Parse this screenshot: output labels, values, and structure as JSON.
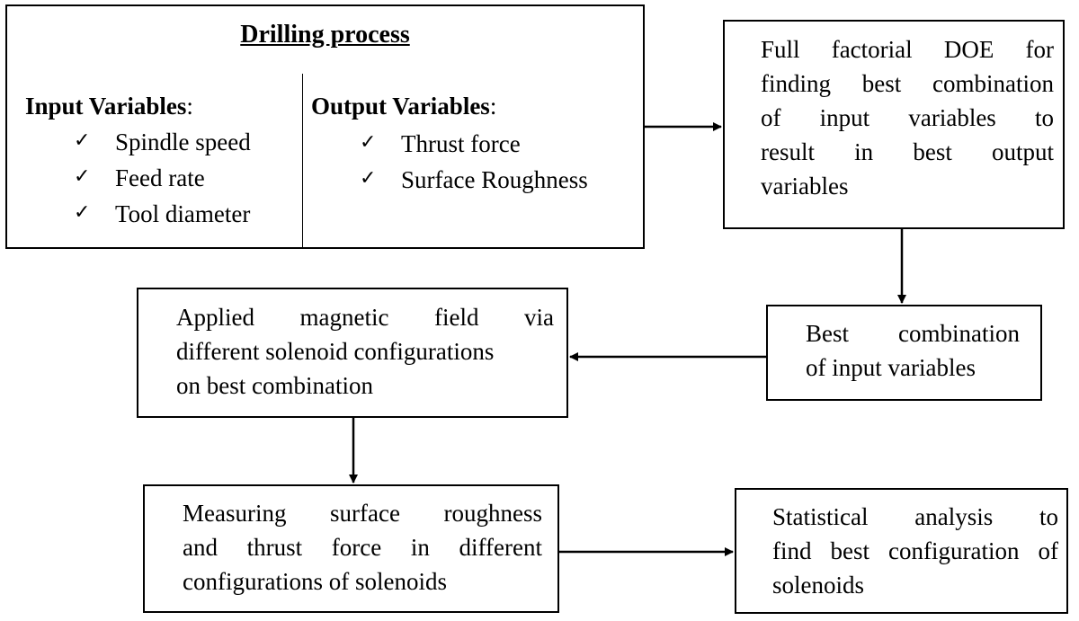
{
  "drilling": {
    "title": "Drilling process",
    "input_heading": "Input Variables",
    "input_items": [
      "Spindle speed",
      "Feed rate",
      "Tool diameter"
    ],
    "output_heading": "Output Variables",
    "output_items": [
      "Thrust force",
      "Surface Roughness"
    ],
    "check_icon": "✓"
  },
  "doe_box": {
    "lines": [
      "Full factorial DOE for",
      "finding best combination",
      "of input variables to",
      "result in best output",
      "variables"
    ]
  },
  "best_combo_box": {
    "lines": [
      "Best combination",
      "of input variables"
    ]
  },
  "magnetic_box": {
    "lines": [
      "Applied magnetic field via",
      "different solenoid configurations",
      "on best combination"
    ]
  },
  "measure_box": {
    "lines": [
      "Measuring surface roughness",
      "and thrust force in different",
      "configurations of solenoids"
    ]
  },
  "stats_box": {
    "lines": [
      "Statistical analysis to",
      "find best configuration of",
      "solenoids"
    ]
  }
}
